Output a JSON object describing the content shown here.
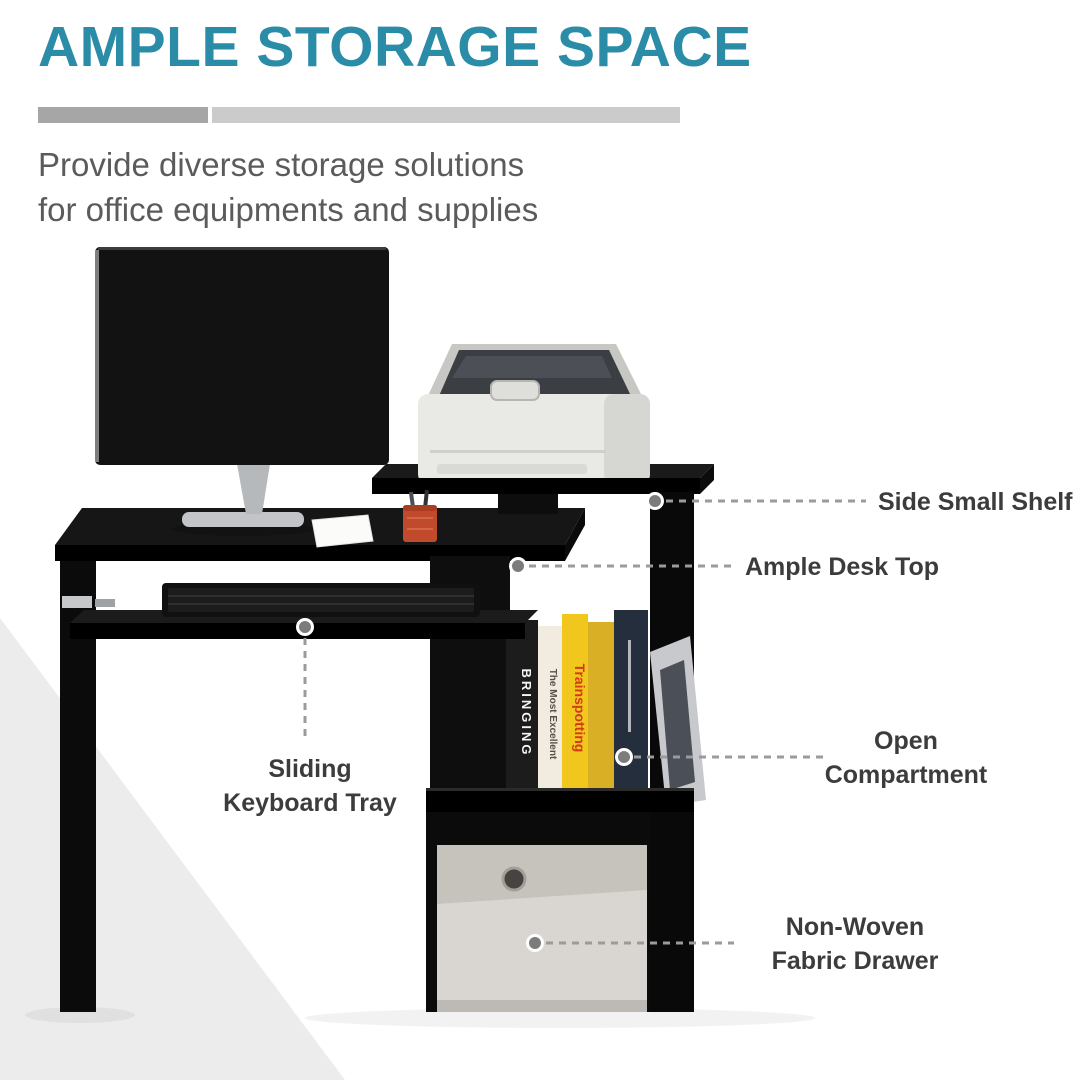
{
  "header": {
    "title": "AMPLE STORAGE SPACE",
    "subtitle_line1": "Provide diverse storage solutions",
    "subtitle_line2": "for office equipments and supplies"
  },
  "callouts": {
    "side_shelf": {
      "label": "Side Small Shelf"
    },
    "desk_top": {
      "label": "Ample Desk Top"
    },
    "open_compartment": {
      "line1": "Open",
      "line2": "Compartment"
    },
    "fabric_drawer": {
      "line1": "Non-Woven",
      "line2": "Fabric Drawer"
    },
    "keyboard_tray": {
      "line1": "Sliding",
      "line2": "Keyboard Tray"
    }
  },
  "books": [
    {
      "title": "BRINGING",
      "spine_color": "#1c1c1c",
      "title_color": "#f5f5f5"
    },
    {
      "title": "The Most Excellent",
      "spine_color": "#f1ecdf",
      "title_color": "#56514b"
    },
    {
      "title": "Trainspotting",
      "spine_color": "#f2c71d",
      "title_color": "#d33a16"
    },
    {
      "title": "",
      "spine_color": "#d9af25",
      "title_color": "#333333"
    },
    {
      "title": "",
      "spine_color": "#252e3c",
      "title_color": "#ffffff"
    },
    {
      "title": "",
      "spine_color": "#c7c9cc",
      "title_color": "#333333"
    }
  ],
  "colors": {
    "title": "#2b8ca8",
    "bar_dark": "#a6a6a6",
    "bar_light": "#cbcbcb",
    "subtitle_text": "#5b5b5b",
    "label_text": "#3c3c3c",
    "connector": "#9b9b9b",
    "furniture_black": "#0d0d0d",
    "drawer_fabric": "#d9d6d1",
    "background_wedge": "#ececec"
  }
}
